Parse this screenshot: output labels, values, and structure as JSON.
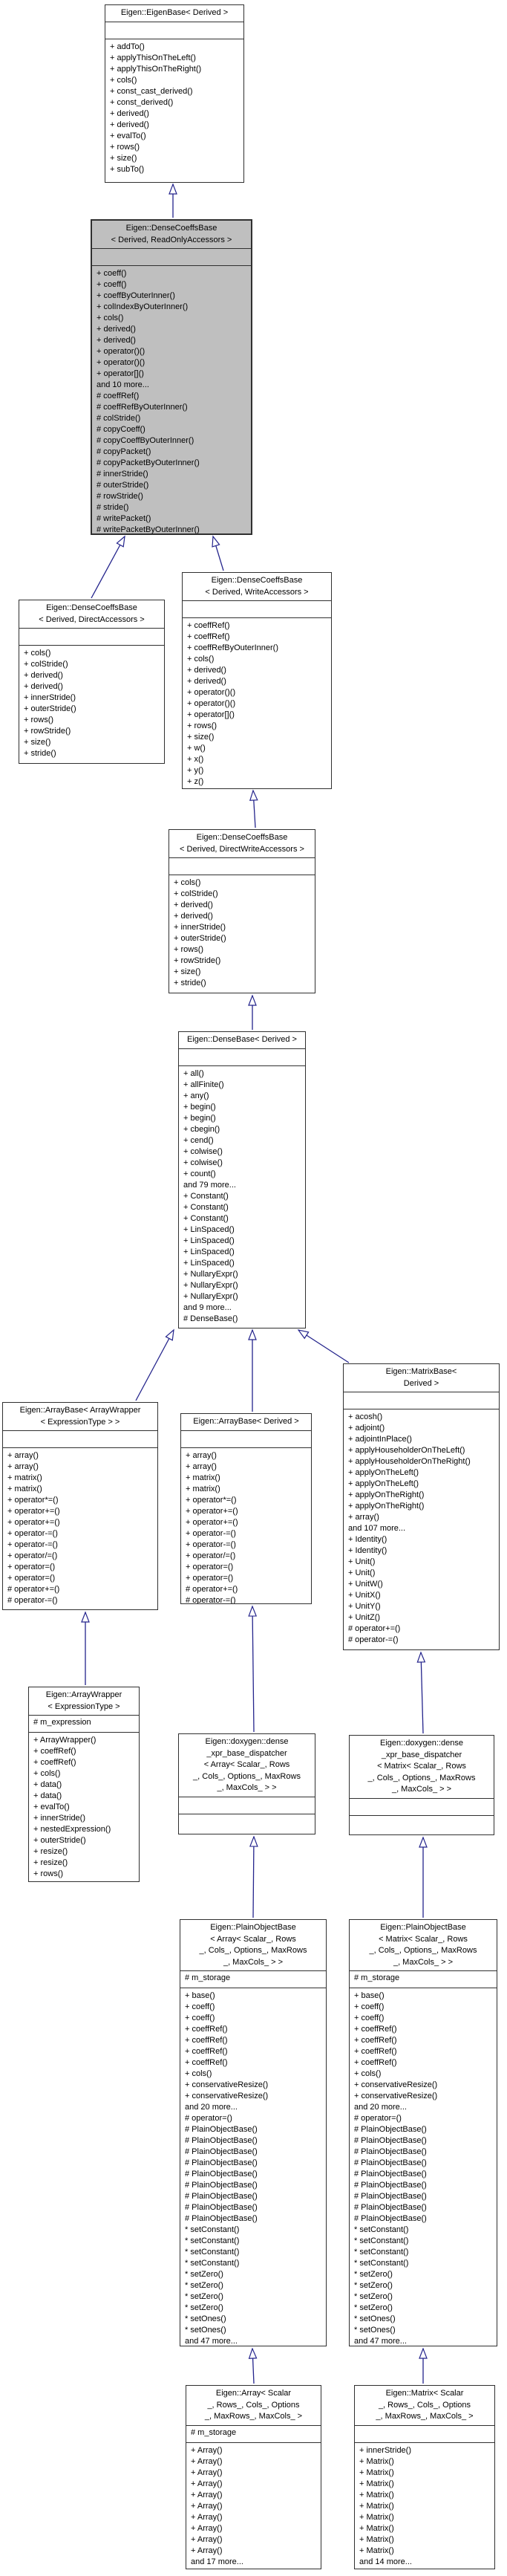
{
  "diagram_type": "doxygen-class-inheritance-graph",
  "selected_class": "dcb_readonly",
  "colors": {
    "node_border": "#303030",
    "node_fill": "#ffffff",
    "selected_fill": "#bfbfbf",
    "arrow": "#24248c",
    "text": "#000000"
  },
  "classes": {
    "eigenbase": {
      "title": "Eigen::EigenBase< Derived >",
      "attributes": [],
      "methods": [
        "+ addTo()",
        "+ applyThisOnTheLeft()",
        "+ applyThisOnTheRight()",
        "+ cols()",
        "+ const_cast_derived()",
        "+ const_derived()",
        "+ derived()",
        "+ derived()",
        "+ evalTo()",
        "+ rows()",
        "+ size()",
        "+ subTo()"
      ]
    },
    "dcb_readonly": {
      "title": "Eigen::DenseCoeffsBase\n< Derived, ReadOnlyAccessors >",
      "attributes": [],
      "methods": [
        "+ coeff()",
        "+ coeff()",
        "+ coeffByOuterInner()",
        "+ colIndexByOuterInner()",
        "+ cols()",
        "+ derived()",
        "+ derived()",
        "+ operator()()",
        "+ operator()()",
        "+ operator[]()",
        "and 10 more...",
        "# coeffRef()",
        "# coeffRefByOuterInner()",
        "# colStride()",
        "# copyCoeff()",
        "# copyCoeffByOuterInner()",
        "# copyPacket()",
        "# copyPacketByOuterInner()",
        "# innerStride()",
        "# outerStride()",
        "# rowStride()",
        "# stride()",
        "# writePacket()",
        "# writePacketByOuterInner()"
      ]
    },
    "dcb_direct": {
      "title": "Eigen::DenseCoeffsBase\n< Derived, DirectAccessors >",
      "attributes": [],
      "methods": [
        "+ cols()",
        "+ colStride()",
        "+ derived()",
        "+ derived()",
        "+ innerStride()",
        "+ outerStride()",
        "+ rows()",
        "+ rowStride()",
        "+ size()",
        "+ stride()"
      ]
    },
    "dcb_write": {
      "title": "Eigen::DenseCoeffsBase\n< Derived, WriteAccessors >",
      "attributes": [],
      "methods": [
        "+ coeffRef()",
        "+ coeffRef()",
        "+ coeffRefByOuterInner()",
        "+ cols()",
        "+ derived()",
        "+ derived()",
        "+ operator()()",
        "+ operator()()",
        "+ operator[]()",
        "+ rows()",
        "+ size()",
        "+ w()",
        "+ x()",
        "+ y()",
        "+ z()"
      ]
    },
    "dcb_directwrite": {
      "title": "Eigen::DenseCoeffsBase\n< Derived, DirectWriteAccessors >",
      "attributes": [],
      "methods": [
        "+ cols()",
        "+ colStride()",
        "+ derived()",
        "+ derived()",
        "+ innerStride()",
        "+ outerStride()",
        "+ rows()",
        "+ rowStride()",
        "+ size()",
        "+ stride()"
      ]
    },
    "densebase": {
      "title": "Eigen::DenseBase< Derived >",
      "attributes": [],
      "methods": [
        "+ all()",
        "+ allFinite()",
        "+ any()",
        "+ begin()",
        "+ begin()",
        "+ cbegin()",
        "+ cend()",
        "+ colwise()",
        "+ colwise()",
        "+ count()",
        "and 79 more...",
        "+ Constant()",
        "+ Constant()",
        "+ Constant()",
        "+ LinSpaced()",
        "+ LinSpaced()",
        "+ LinSpaced()",
        "+ LinSpaced()",
        "+ NullaryExpr()",
        "+ NullaryExpr()",
        "+ NullaryExpr()",
        "and 9 more...",
        "# DenseBase()"
      ]
    },
    "arraybase_wrapper": {
      "title": "Eigen::ArrayBase< ArrayWrapper\n< ExpressionType > >",
      "attributes": [],
      "methods": [
        "+ array()",
        "+ array()",
        "+ matrix()",
        "+ matrix()",
        "+ operator*=()",
        "+ operator+=()",
        "+ operator+=()",
        "+ operator-=()",
        "+ operator-=()",
        "+ operator/=()",
        "+ operator=()",
        "+ operator=()",
        "# operator+=()",
        "# operator-=()"
      ]
    },
    "arraybase": {
      "title": "Eigen::ArrayBase< Derived >",
      "attributes": [],
      "methods": [
        "+ array()",
        "+ array()",
        "+ matrix()",
        "+ matrix()",
        "+ operator*=()",
        "+ operator+=()",
        "+ operator+=()",
        "+ operator-=()",
        "+ operator-=()",
        "+ operator/=()",
        "+ operator=()",
        "+ operator=()",
        "# operator+=()",
        "# operator-=()"
      ]
    },
    "matrixbase": {
      "title": "Eigen::MatrixBase<\nDerived >",
      "attributes": [],
      "methods": [
        "+ acosh()",
        "+ adjoint()",
        "+ adjointInPlace()",
        "+ applyHouseholderOnTheLeft()",
        "+ applyHouseholderOnTheRight()",
        "+ applyOnTheLeft()",
        "+ applyOnTheLeft()",
        "+ applyOnTheRight()",
        "+ applyOnTheRight()",
        "+ array()",
        "and 107 more...",
        "+ Identity()",
        "+ Identity()",
        "+ Unit()",
        "+ Unit()",
        "+ UnitW()",
        "+ UnitX()",
        "+ UnitY()",
        "+ UnitZ()",
        "# operator+=()",
        "# operator-=()"
      ]
    },
    "arraywrapper": {
      "title": "Eigen::ArrayWrapper\n< ExpressionType >",
      "attributes": [
        "# m_expression"
      ],
      "methods": [
        "+ ArrayWrapper()",
        "+ coeffRef()",
        "+ coeffRef()",
        "+ cols()",
        "+ data()",
        "+ data()",
        "+ evalTo()",
        "+ innerStride()",
        "+ nestedExpression()",
        "+ outerStride()",
        "+ resize()",
        "+ resize()",
        "+ rows()"
      ]
    },
    "dispatcher_array": {
      "title": "Eigen::doxygen::dense\n_xpr_base_dispatcher\n< Array< Scalar_, Rows\n_, Cols_, Options_, MaxRows\n_, MaxCols_ > >",
      "attributes": [],
      "methods": []
    },
    "dispatcher_matrix": {
      "title": "Eigen::doxygen::dense\n_xpr_base_dispatcher\n< Matrix< Scalar_, Rows\n_, Cols_, Options_, MaxRows\n_, MaxCols_ > >",
      "attributes": [],
      "methods": []
    },
    "pob_array": {
      "title": "Eigen::PlainObjectBase\n< Array< Scalar_, Rows\n_, Cols_, Options_, MaxRows\n_, MaxCols_ > >",
      "attributes": [
        "# m_storage"
      ],
      "methods": [
        "+ base()",
        "+ coeff()",
        "+ coeff()",
        "+ coeffRef()",
        "+ coeffRef()",
        "+ coeffRef()",
        "+ coeffRef()",
        "+ cols()",
        "+ conservativeResize()",
        "+ conservativeResize()",
        "and 20 more...",
        "# operator=()",
        "# PlainObjectBase()",
        "# PlainObjectBase()",
        "# PlainObjectBase()",
        "# PlainObjectBase()",
        "# PlainObjectBase()",
        "# PlainObjectBase()",
        "# PlainObjectBase()",
        "# PlainObjectBase()",
        "# PlainObjectBase()",
        "* setConstant()",
        "* setConstant()",
        "* setConstant()",
        "* setConstant()",
        "* setZero()",
        "* setZero()",
        "* setZero()",
        "* setZero()",
        "* setOnes()",
        "* setOnes()",
        "and 47 more..."
      ]
    },
    "pob_matrix": {
      "title": "Eigen::PlainObjectBase\n< Matrix< Scalar_, Rows\n_, Cols_, Options_, MaxRows\n_, MaxCols_ > >",
      "attributes": [
        "# m_storage"
      ],
      "methods": [
        "+ base()",
        "+ coeff()",
        "+ coeff()",
        "+ coeffRef()",
        "+ coeffRef()",
        "+ coeffRef()",
        "+ coeffRef()",
        "+ cols()",
        "+ conservativeResize()",
        "+ conservativeResize()",
        "and 20 more...",
        "# operator=()",
        "# PlainObjectBase()",
        "# PlainObjectBase()",
        "# PlainObjectBase()",
        "# PlainObjectBase()",
        "# PlainObjectBase()",
        "# PlainObjectBase()",
        "# PlainObjectBase()",
        "# PlainObjectBase()",
        "# PlainObjectBase()",
        "* setConstant()",
        "* setConstant()",
        "* setConstant()",
        "* setConstant()",
        "* setZero()",
        "* setZero()",
        "* setZero()",
        "* setZero()",
        "* setOnes()",
        "* setOnes()",
        "and 47 more..."
      ]
    },
    "array": {
      "title": "Eigen::Array< Scalar\n_, Rows_, Cols_, Options\n_, MaxRows_, MaxCols_ >",
      "attributes": [
        "# m_storage"
      ],
      "methods": [
        "+ Array()",
        "+ Array()",
        "+ Array()",
        "+ Array()",
        "+ Array()",
        "+ Array()",
        "+ Array()",
        "+ Array()",
        "+ Array()",
        "+ Array()",
        "and 17 more..."
      ]
    },
    "matrix": {
      "title": "Eigen::Matrix< Scalar\n_, Rows_, Cols_, Options\n_, MaxRows_, MaxCols_ >",
      "attributes": [],
      "methods": [
        "+ innerStride()",
        "+ Matrix()",
        "+ Matrix()",
        "+ Matrix()",
        "+ Matrix()",
        "+ Matrix()",
        "+ Matrix()",
        "+ Matrix()",
        "+ Matrix()",
        "+ Matrix()",
        "and 14 more..."
      ]
    }
  }
}
